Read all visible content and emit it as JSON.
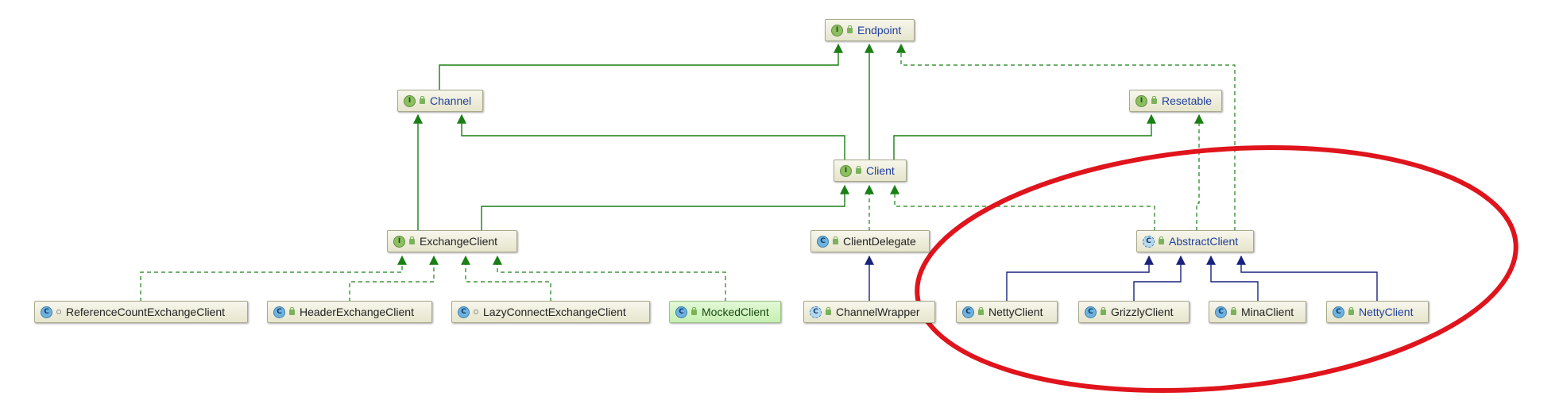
{
  "diagram": {
    "nodes": {
      "endpoint": {
        "label": "Endpoint",
        "kind": "interface",
        "badge": "I"
      },
      "channel": {
        "label": "Channel",
        "kind": "interface",
        "badge": "I"
      },
      "resetable": {
        "label": "Resetable",
        "kind": "interface",
        "badge": "I"
      },
      "client": {
        "label": "Client",
        "kind": "interface",
        "badge": "I"
      },
      "exchange_client": {
        "label": "ExchangeClient",
        "kind": "interface",
        "badge": "I"
      },
      "client_delegate": {
        "label": "ClientDelegate",
        "kind": "class",
        "badge": "C"
      },
      "abstract_client": {
        "label": "AbstractClient",
        "kind": "abstract-class",
        "badge": "C"
      },
      "reference_count_exchange_client": {
        "label": "ReferenceCountExchangeClient",
        "kind": "class",
        "badge": "C"
      },
      "header_exchange_client": {
        "label": "HeaderExchangeClient",
        "kind": "class",
        "badge": "C"
      },
      "lazy_connect_exchange_client": {
        "label": "LazyConnectExchangeClient",
        "kind": "class",
        "badge": "C"
      },
      "mocked_client": {
        "label": "MockedClient",
        "kind": "class",
        "badge": "C"
      },
      "channel_wrapper": {
        "label": "ChannelWrapper",
        "kind": "class",
        "badge": "C"
      },
      "netty_client_1": {
        "label": "NettyClient",
        "kind": "class",
        "badge": "C"
      },
      "grizzly_client": {
        "label": "GrizzlyClient",
        "kind": "class",
        "badge": "C"
      },
      "mina_client": {
        "label": "MinaClient",
        "kind": "class",
        "badge": "C"
      },
      "netty_client_2": {
        "label": "NettyClient",
        "kind": "class",
        "badge": "C"
      }
    },
    "colors": {
      "extends_interface": "#1a7f14",
      "implements": "#1a7f14",
      "extends_class": "#1a237e",
      "highlight": "#e0141c"
    }
  }
}
